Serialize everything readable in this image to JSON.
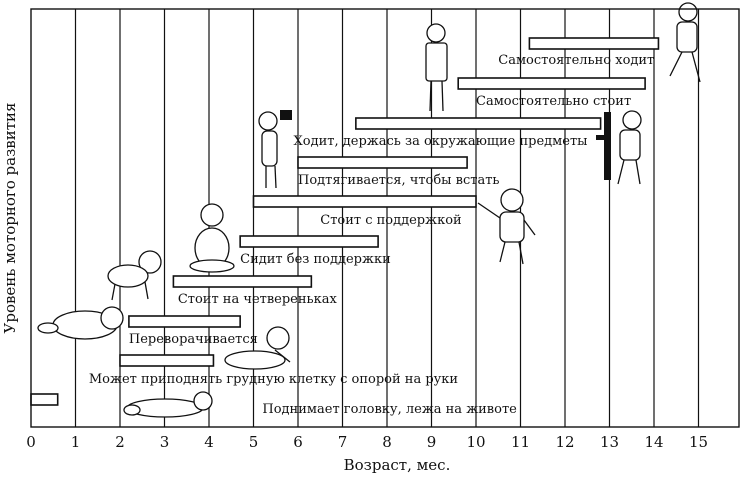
{
  "chart_data": {
    "type": "bar",
    "orientation": "horizontal-range",
    "xlabel": "Возраст, мес.",
    "ylabel": "Уровень моторного развития",
    "xlim": [
      0,
      16
    ],
    "xticks": [
      0,
      1,
      2,
      3,
      4,
      5,
      6,
      7,
      8,
      9,
      10,
      11,
      12,
      13,
      14,
      15
    ],
    "grid": "vertical",
    "series": [
      {
        "label": "Поднимает головку, лежа на животе",
        "start": 0.0,
        "end": 0.6
      },
      {
        "label": "Может приподнять грудную клетку с опорой на руки",
        "start": 2.0,
        "end": 4.1
      },
      {
        "label": "Переворачивается",
        "start": 2.2,
        "end": 4.7
      },
      {
        "label": "Стоит на четвереньках",
        "start": 3.2,
        "end": 6.3
      },
      {
        "label": "Сидит без поддержки",
        "start": 4.7,
        "end": 7.8
      },
      {
        "label": "Стоит с поддержкой",
        "start": 5.0,
        "end": 10.0
      },
      {
        "label": "Подтягивается, чтобы встать",
        "start": 6.0,
        "end": 9.8
      },
      {
        "label": "Ходит, держась за окружающие предметы",
        "start": 7.3,
        "end": 12.8
      },
      {
        "label": "Самостоятельно стоит",
        "start": 9.6,
        "end": 13.8
      },
      {
        "label": "Самостоятельно ходит",
        "start": 11.2,
        "end": 14.1
      }
    ]
  }
}
